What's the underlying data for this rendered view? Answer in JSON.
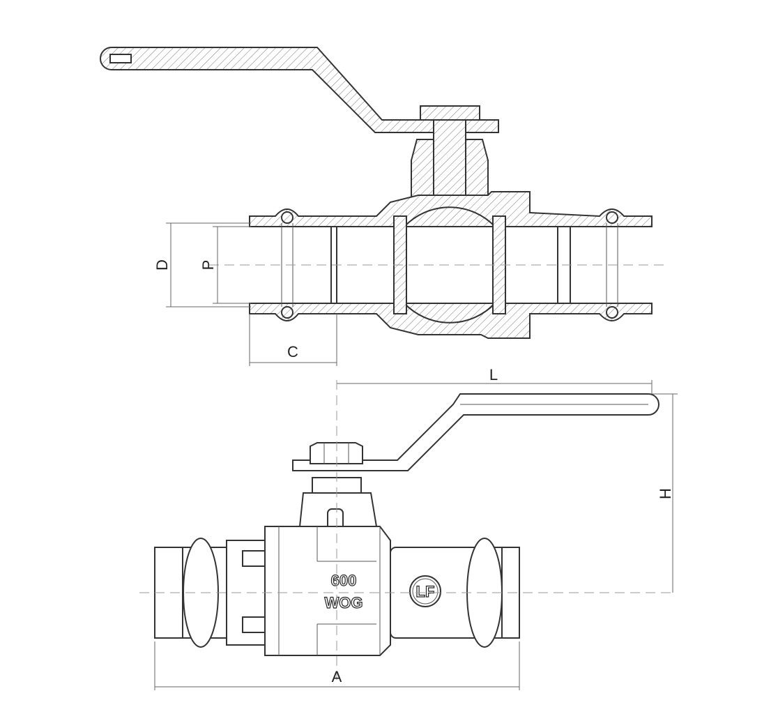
{
  "dimensions": {
    "D": "D",
    "P": "P",
    "C": "C",
    "L": "L",
    "H": "H",
    "A": "A"
  },
  "body_markings": {
    "pressure": "600",
    "rating": "WOG",
    "logo": "LF"
  },
  "colors": {
    "line": "#333333",
    "centerline": "#999999"
  }
}
